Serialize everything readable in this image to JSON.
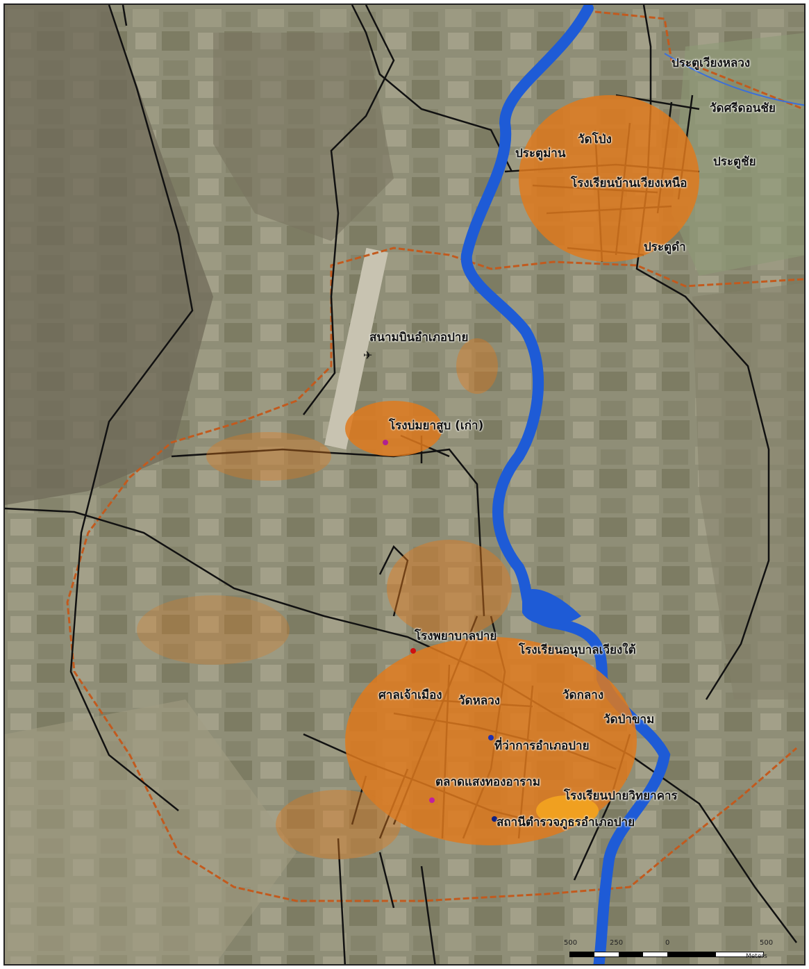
{
  "map": {
    "colors": {
      "river": "#1e5bd6",
      "road": "#111111",
      "boundary": "#c25a1e",
      "building": "#e07a1e",
      "landscape": "#8d8b75"
    },
    "labels": {
      "gate_wiang_luang": "ประตูเวียงหลวง",
      "wat_si_don_chai": "วัดศรีดอนชัย",
      "wat_klang_north": "วัดโป่ง",
      "gate_mae_yen": "ประตูม่าน",
      "gate_chai": "ประตูชัย",
      "school_ban_wiang_nuea": "โรงเรียนบ้านเวียงเหนือ",
      "gate_dam": "ประตูดำ",
      "airport": "สนามบินอำเภอปาย",
      "old_tobacco_house": "โรงบ่มยาสูบ (เก่า)",
      "pai_hospital": "โรงพยาบาลปาย",
      "kindergarten_wiang_tai": "โรงเรียนอนุบาลเวียงใต้",
      "city_pillar_shrine": "ศาลเจ้าเมือง",
      "wat_luang": "วัดหลวง",
      "wat_klang": "วัดกลาง",
      "wat_pa_kham": "วัดป่าขาม",
      "district_office": "ที่ว่าการอำเภอปาย",
      "saeng_thong_aram_market": "ตลาดแสงทองอาราม",
      "pai_wittayakarn_school": "โรงเรียนปายวิทยาคาร",
      "police_station": "สถานีตำรวจภูธรอำเภอปาย"
    },
    "scale_bar": {
      "ticks": [
        "500",
        "250",
        "0",
        "500"
      ],
      "unit": "Meters"
    }
  }
}
